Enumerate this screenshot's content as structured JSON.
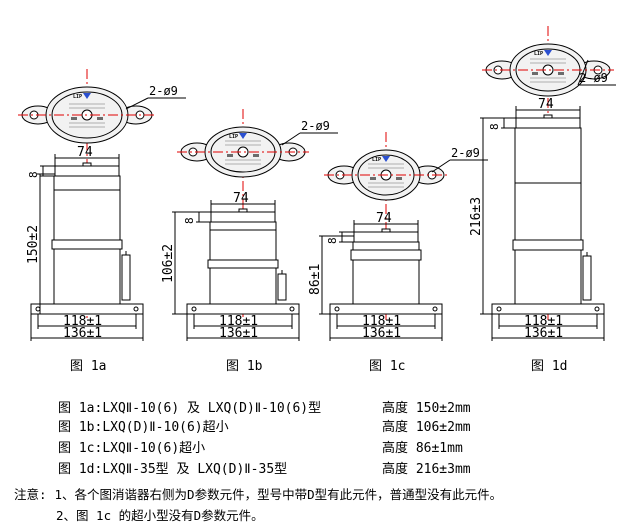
{
  "colors": {
    "line": "#000000",
    "centerline": "#e00000",
    "flange_fill": "#f2f2f2",
    "body_fill": "#ffffff",
    "flange_label_text": "#6b6b6b",
    "logo_blue": "#2a4fd0"
  },
  "figures": [
    {
      "id": "1a",
      "caption": "图 1a",
      "top_width": "74",
      "cap_dim": "8",
      "height_label": "150±2",
      "base_inner": "118±1",
      "base_outer": "136±1",
      "hole_label": "2-ø9",
      "flange_logo": "LIP",
      "has_side_component": true
    },
    {
      "id": "1b",
      "caption": "图 1b",
      "top_width": "74",
      "cap_dim": "8",
      "height_label": "106±2",
      "base_inner": "118±1",
      "base_outer": "136±1",
      "hole_label": "2-ø9",
      "flange_logo": "LIP",
      "has_side_component": true
    },
    {
      "id": "1c",
      "caption": "图 1c",
      "top_width": "74",
      "cap_dim": "8",
      "height_label": "86±1",
      "base_inner": "118±1",
      "base_outer": "136±1",
      "hole_label": "2-ø9",
      "flange_logo": "LIP",
      "has_side_component": false
    },
    {
      "id": "1d",
      "caption": "图 1d",
      "top_width": "74",
      "cap_dim": "8",
      "height_label": "216±3",
      "base_inner": "118±1",
      "base_outer": "136±1",
      "hole_label": "2-ø9",
      "flange_logo": "LIP",
      "has_side_component": true
    }
  ],
  "legend": [
    {
      "fig": "图 1a:",
      "model": "LXQⅡ-10(6) 及 LXQ(D)Ⅱ-10(6)型",
      "height": "高度 150±2mm"
    },
    {
      "fig": "图 1b:",
      "model": "LXQ(D)Ⅱ-10(6)超小",
      "height": "高度 106±2mm"
    },
    {
      "fig": "图 1c:",
      "model": "LXQⅡ-10(6)超小",
      "height": "高度  86±1mm"
    },
    {
      "fig": "图 1d:",
      "model": "LXQⅡ-35型 及 LXQ(D)Ⅱ-35型",
      "height": "高度 216±3mm"
    }
  ],
  "notes": {
    "label": "注意:",
    "line1": "1、各个图消谐器右侧为D参数元件，型号中带D型有此元件，普通型没有此元件。",
    "line2": "2、图 1c 的超小型没有D参数元件。"
  }
}
